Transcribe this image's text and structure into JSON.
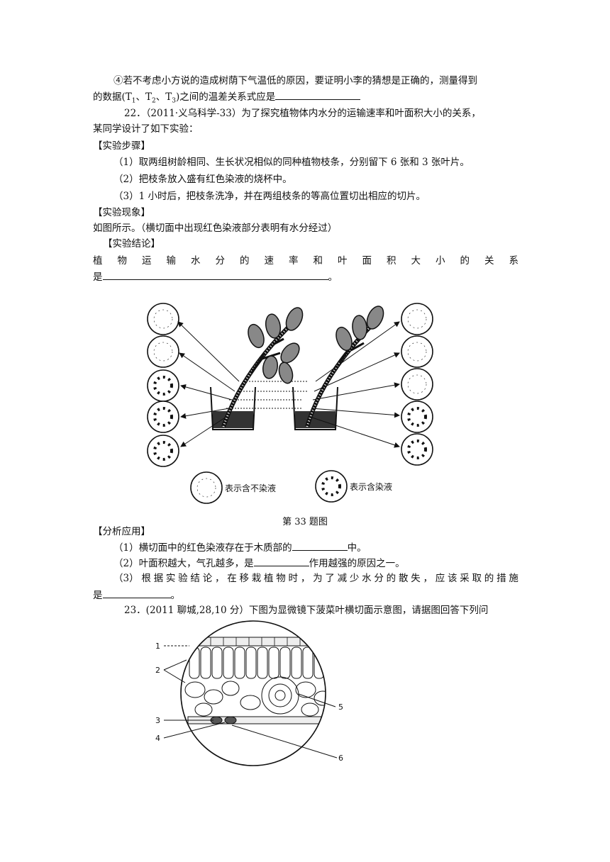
{
  "q21": {
    "item4_text": "④若不考虑小方说的造成树荫下气温低的原因，要证明小李的猜想是正确的，测量得到",
    "item4_text2": "的数据(T",
    "t_sub1": "1",
    "sep1": "、T",
    "t_sub2": "2",
    "sep2": "、T",
    "t_sub3": "3",
    "item4_tail": ")之间的温差关系式应是"
  },
  "q22": {
    "intro1": "22．（2011·义乌科学-33）为了探究植物体内水分的运输速率和叶面积大小的关系，",
    "intro2": "某同学设计了如下实验：",
    "steps_header": "【实验步骤】",
    "step1": "（1）取两组树龄相同、生长状况相似的同种植物枝条，分别留下 6 张和 3 张叶片。",
    "step2": "（2）把枝条放入盛有红色染液的烧杯中。",
    "step3": "（3）1 小时后，把枝条洗净，并在两组枝条的等高位置切出相应的切片。",
    "phenomenon_header": "【实验现象】",
    "phenomenon_text": "如图所示。（横切面中出现红色染液部分表明有水分经过）",
    "conclusion_header": "【实验结论】",
    "conclusion_chars": [
      "植",
      "物",
      "运",
      "输",
      "水",
      "分",
      "的",
      "速",
      "率",
      "和",
      "叶",
      "面",
      "积",
      "大",
      "小",
      "的",
      "关",
      "系"
    ],
    "conclusion_tail": "是",
    "conclusion_end": "。",
    "figure": {
      "legend_no_dye": "表示含不染液",
      "legend_dye": "表示含染液",
      "caption": "第 33 题图"
    },
    "analysis_header": "【分析应用】",
    "a1_pre": "（1）横切面中的红色染液存在于木质部的",
    "a1_post": "中。",
    "a2_pre": "（2）叶面积越大，气孔越多，是",
    "a2_post": "作用越强的原因之一。",
    "a3_chars": [
      "（3）",
      "根",
      "据",
      "实",
      "验",
      "结",
      "论",
      "，",
      "在",
      "移",
      "栽",
      "植",
      "物",
      "时",
      "，",
      "为",
      "了",
      "减",
      "少",
      "水",
      "分",
      "的",
      "散",
      "失",
      "，",
      "应",
      "该",
      "采",
      "取",
      "的",
      "措",
      "施"
    ],
    "a3_tail": "是",
    "a3_end": "。"
  },
  "q23": {
    "intro": "23．(2011 聊城,28,10 分）下图为显微镜下菠菜叶横切面示意图，请据图回答下列问",
    "labels": [
      "1",
      "2",
      "3",
      "4",
      "5",
      "6"
    ]
  }
}
